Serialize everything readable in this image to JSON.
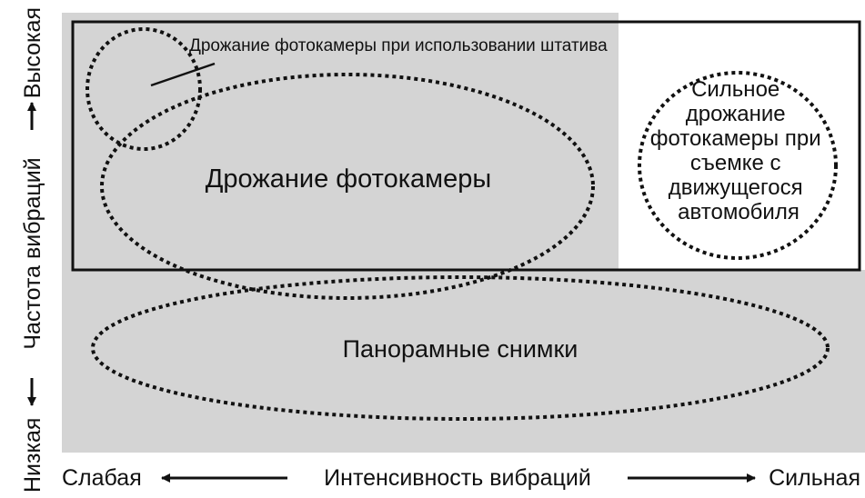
{
  "regions": {
    "tripod_shake": "Дрожание фотокамеры при использовании штатива",
    "camera_shake": "Дрожание фотокамеры",
    "vehicle_shake": [
      "Сильное",
      "дрожание",
      "фотокамеры при",
      "съемке с",
      "движущегося",
      "автомобиля"
    ],
    "panning": "Панорамные снимки"
  },
  "axes": {
    "x": {
      "low": "Слабая",
      "label": "Интенсивность вибраций",
      "high": "Сильная"
    },
    "y": {
      "low": "Низкая",
      "label": "Частота вибраций",
      "high": "Высокая"
    }
  },
  "colors": {
    "shaded_area": "#d4d4d4",
    "line": "#111111",
    "background": "#ffffff"
  }
}
